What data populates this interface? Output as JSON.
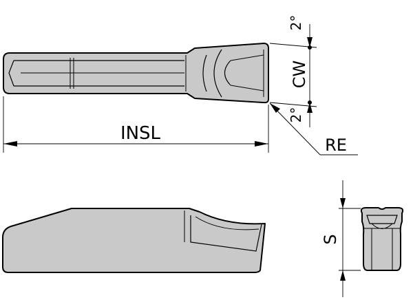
{
  "labels": {
    "insl": "INSL",
    "cw": "CW",
    "re": "RE",
    "s": "S",
    "angle_top": "2°",
    "angle_bottom": "2°"
  }
}
